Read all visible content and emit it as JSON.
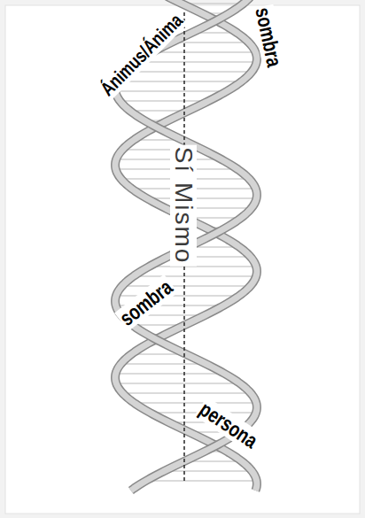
{
  "diagram": {
    "labels": [
      "sombra",
      "Ánimus/Ánima",
      "Sí Mismo",
      "sombra",
      "persona"
    ]
  }
}
